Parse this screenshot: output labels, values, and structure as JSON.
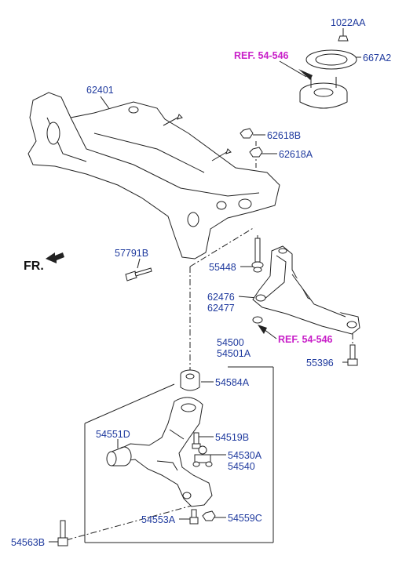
{
  "diagram": {
    "colors": {
      "label": "#1f3a9e",
      "reference": "#c81fc8",
      "line": "#222222",
      "part_fill": "#ffffff"
    },
    "parts": {
      "p1022AA": "1022AA",
      "p667A2": "667A2",
      "ref_top": "REF. 54-546",
      "p62401": "62401",
      "p62618B": "62618B",
      "p62618A": "62618A",
      "fr": "FR.",
      "p57791B": "57791B",
      "p55448": "55448",
      "p62476": "62476",
      "p62477": "62477",
      "ref_mid": "REF. 54-546",
      "p54500": "54500",
      "p54501A": "54501A",
      "p55396": "55396",
      "p54584A": "54584A",
      "p54551D": "54551D",
      "p54519B": "54519B",
      "p54530A": "54530A",
      "p54540": "54540",
      "p54553A": "54553A",
      "p54559C": "54559C",
      "p54563B": "54563B"
    },
    "icons": [
      "front-arrow-icon"
    ]
  }
}
